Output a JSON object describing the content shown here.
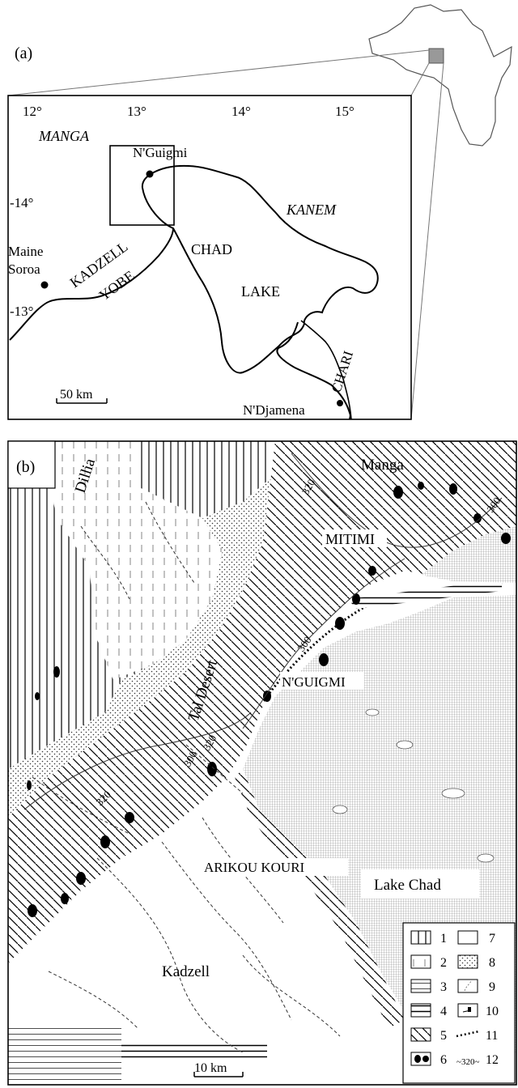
{
  "panel_a": {
    "label": "(a)",
    "lon_ticks": [
      "12°",
      "13°",
      "14°",
      "15°"
    ],
    "lat_ticks": [
      "-14°",
      "-13°"
    ],
    "regions": {
      "manga": "MANGA",
      "kanem": "KANEM"
    },
    "places": {
      "nguigmi": "N'Guigmi",
      "maine": "Maine",
      "soroa": "Soroa",
      "ndjamena": "N'Djamena"
    },
    "rivers": {
      "kadzell": "KADZELL",
      "yobe": "YOBE",
      "chari": "CHARI"
    },
    "lake": {
      "line1": "CHAD",
      "line2": "LAKE"
    },
    "scale": "50 km"
  },
  "panel_b": {
    "label": "(b)",
    "places": {
      "dillia": "Dillia",
      "manga": "Manga",
      "mitimi": "MITIMI",
      "tal_desert": "Tal Desert",
      "nguigmi": "N'GUIGMI",
      "arikou": "ARIKOU KOURI",
      "lake_chad": "Lake Chad",
      "kadzell": "Kadzell"
    },
    "contours": [
      "320",
      "300",
      "300",
      "320",
      "300",
      "320"
    ],
    "scale": "10 km",
    "legend": [
      "1",
      "2",
      "3",
      "4",
      "5",
      "6",
      "7",
      "8",
      "9",
      "10",
      "11",
      "12"
    ]
  }
}
